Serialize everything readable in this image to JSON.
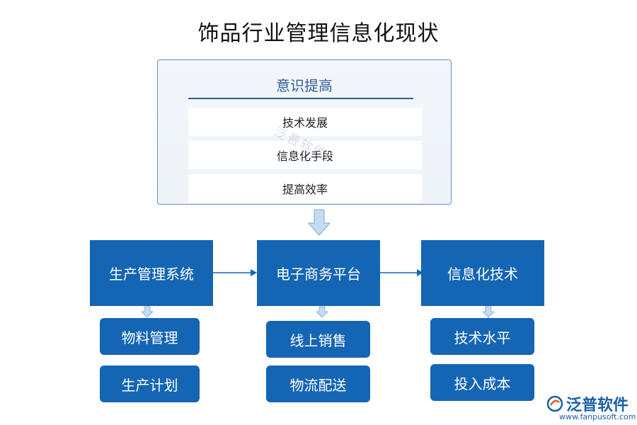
{
  "title": "饰品行业管理信息化现状",
  "top_panel": {
    "heading": "意识提高",
    "items": [
      "技术发展",
      "信息化手段",
      "提高效率"
    ],
    "watermark": "泛普软件"
  },
  "columns": [
    {
      "label": "生产管理系统",
      "subs": [
        "物料管理",
        "生产计划"
      ]
    },
    {
      "label": "电子商务平台",
      "subs": [
        "线上销售",
        "物流配送"
      ]
    },
    {
      "label": "信息化技术",
      "subs": [
        "技术水平",
        "投入成本"
      ]
    }
  ],
  "logo": {
    "name": "泛普软件",
    "url": "www.fanpusoft.com"
  },
  "colors": {
    "primary": "#1565b5",
    "panel_border": "#5b8fd0",
    "heading": "#2f5f97",
    "arrow": "#c5dcf0"
  }
}
